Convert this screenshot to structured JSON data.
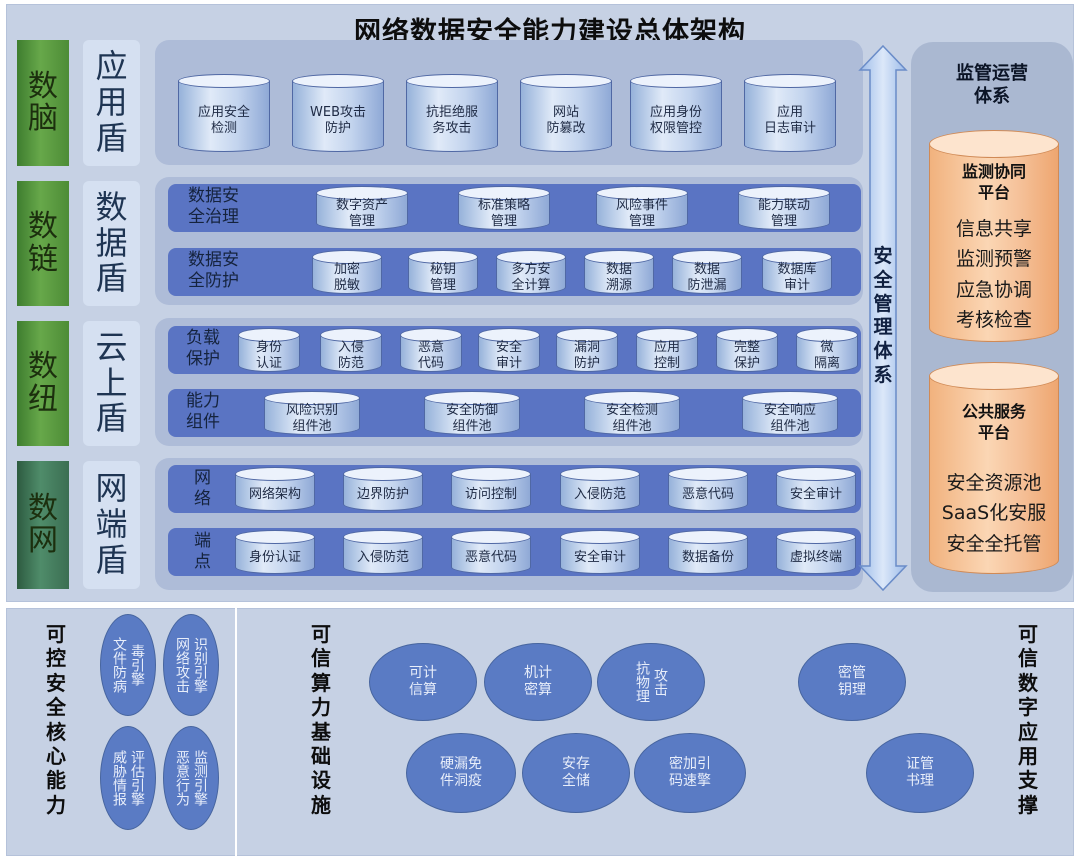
{
  "title": "网络数据安全能力建设总体架构",
  "layers": [
    {
      "brain": "数\n脑",
      "shield": "应\n用\n盾"
    },
    {
      "brain": "数\n链",
      "shield": "数\n据\n盾"
    },
    {
      "brain": "数\n纽",
      "shield": "云\n上\n盾"
    },
    {
      "brain": "数\n网",
      "shield": "网\n端\n盾"
    }
  ],
  "app_items": [
    "应用安全\n检测",
    "WEB攻击\n防护",
    "抗拒绝服\n务攻击",
    "网站\n防篡改",
    "应用身份\n权限管控",
    "应用\n日志审计"
  ],
  "data_rows": [
    {
      "label": "数据安\n全治理",
      "items": [
        "数字资产\n管理",
        "标准策略\n管理",
        "风险事件\n管理",
        "能力联动\n管理"
      ]
    },
    {
      "label": "数据安\n全防护",
      "items": [
        "加密\n脱敏",
        "秘钥\n管理",
        "多方安\n全计算",
        "数据\n溯源",
        "数据\n防泄漏",
        "数据库\n审计"
      ]
    }
  ],
  "cloud_rows": [
    {
      "label": "负载\n保护",
      "items": [
        "身份\n认证",
        "入侵\n防范",
        "恶意\n代码",
        "安全\n审计",
        "漏洞\n防护",
        "应用\n控制",
        "完整\n保护",
        "微\n隔离"
      ]
    },
    {
      "label": "能力\n组件",
      "items": [
        "风险识别\n组件池",
        "安全防御\n组件池",
        "安全检测\n组件池",
        "安全响应\n组件池"
      ]
    }
  ],
  "net_rows": [
    {
      "label": "网\n络",
      "items": [
        "网络架构",
        "边界防护",
        "访问控制",
        "入侵防范",
        "恶意代码",
        "安全审计"
      ]
    },
    {
      "label": "端\n点",
      "items": [
        "身份认证",
        "入侵防范",
        "恶意代码",
        "安全审计",
        "数据备份",
        "虚拟终端"
      ]
    }
  ],
  "arrow_label": "安\n全\n管\n理\n体\n系",
  "supervision": {
    "title": "监管运营\n体系",
    "platform1": {
      "head": "监测协同\n平台",
      "items": "信息共享\n监测预警\n应急协调\n考核检查"
    },
    "platform2": {
      "head": "公共服务\n平台",
      "items": "安全资源池\nSaaS化安服\n安全全托管"
    }
  },
  "bottom": {
    "left_label": "可\n控\n安\n全\n核\n心\n能\n力",
    "mid_label": "可\n信\n算\n力\n基\n础\n设\n施",
    "right_label": "可\n信\n数\n字\n应\n用\n支\n撑",
    "engines": [
      [
        "毒引擎",
        "文件防病"
      ],
      [
        "识别引擎",
        "网络攻击"
      ],
      [
        "评估引擎",
        "威胁情报"
      ],
      [
        "监测引擎",
        "恶意行为"
      ]
    ],
    "bubbles": [
      "可计\n信算",
      "机计\n密算",
      "抗物理攻击",
      "密管\n钥理",
      "硬漏免\n件洞疫",
      "安存\n全储",
      "密加引\n码速擎",
      "证管\n书理"
    ],
    "bubble3_cols": [
      "攻击",
      "抗物理"
    ]
  },
  "colors": {
    "green": "#4d8c36",
    "row_blue": "#5a74c3",
    "oval_blue": "#5a7bc4",
    "orange": "#f5c199"
  }
}
